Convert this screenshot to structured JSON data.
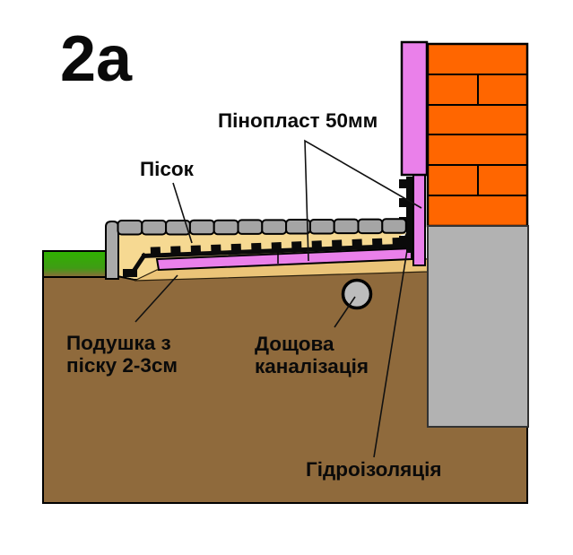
{
  "figure_label": "2a",
  "labels": {
    "foam": "Пінопласт 50мм",
    "sand": "Пісок",
    "cushion_line1": "Подушка з",
    "cushion_line2": "піску 2-3см",
    "drain_line1": "Дощова",
    "drain_line2": "каналізація",
    "waterproofing": "Гідроізоляція"
  },
  "colors": {
    "brick": "#FF6600",
    "foam_pink": "#EA80EA",
    "sand": "#F6D992",
    "cushion": "#EBC478",
    "soil": "#8F6A3C",
    "grass": "#2FB200",
    "stone": "#A5A5A5",
    "curb": "#AAAAAA",
    "foundation": "#B2B2B2",
    "pipe": "#BCBCBC",
    "membrane": "#0a0a0a"
  }
}
